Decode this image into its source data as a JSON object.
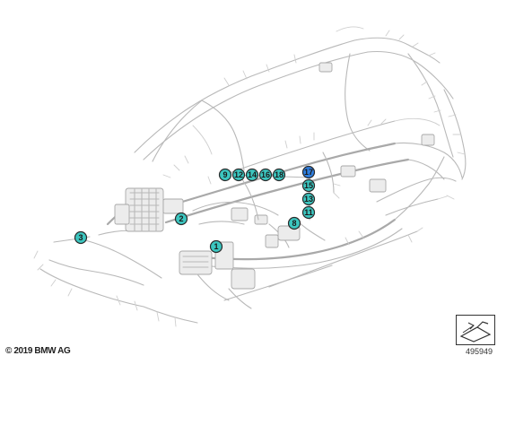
{
  "copyright": "© 2019 BMW AG",
  "reference_number": "495949",
  "marker_color": "#3cc6c0",
  "marker_highlight_color": "#2f7fe0",
  "callouts": [
    {
      "label": "1",
      "highlight": false
    },
    {
      "label": "2",
      "highlight": false
    },
    {
      "label": "3",
      "highlight": false
    },
    {
      "label": "8",
      "highlight": false
    },
    {
      "label": "9",
      "highlight": false
    },
    {
      "label": "11",
      "highlight": false
    },
    {
      "label": "12",
      "highlight": false
    },
    {
      "label": "13",
      "highlight": false
    },
    {
      "label": "14",
      "highlight": false
    },
    {
      "label": "15",
      "highlight": false
    },
    {
      "label": "16",
      "highlight": false
    },
    {
      "label": "17",
      "highlight": true
    },
    {
      "label": "18",
      "highlight": false
    }
  ]
}
